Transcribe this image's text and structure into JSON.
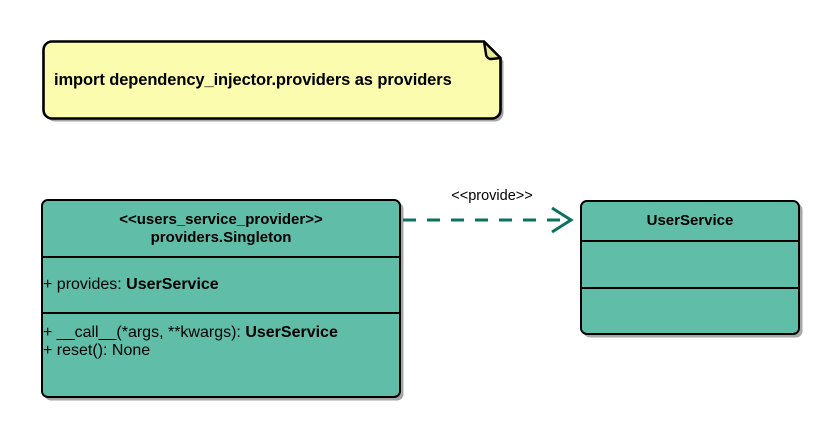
{
  "diagram": {
    "type": "uml-class-diagram",
    "colors": {
      "note_fill": "#FCFCAE",
      "class_fill": "#5FBDA8",
      "border": "#000000",
      "connector": "#0B7260"
    },
    "note": {
      "text": "import dependency_injector.providers as providers"
    },
    "classes": [
      {
        "id": "users-service-provider",
        "stereotype": "<<users_service_provider>>",
        "name": "providers.Singleton",
        "attributes": [
          {
            "visibility": "+",
            "label": "provides: ",
            "type": "UserService"
          }
        ],
        "operations": [
          {
            "visibility": "+",
            "label": "__call__(*args, **kwargs): ",
            "type": "UserService"
          },
          {
            "visibility": "+",
            "label": "reset(): None",
            "type": ""
          }
        ]
      },
      {
        "id": "user-service",
        "stereotype": "",
        "name": "UserService",
        "attributes": [],
        "operations": []
      }
    ],
    "connector": {
      "label": "<<provide>>",
      "style": "dashed",
      "arrow": "open",
      "source": "users-service-provider",
      "target": "user-service"
    }
  }
}
